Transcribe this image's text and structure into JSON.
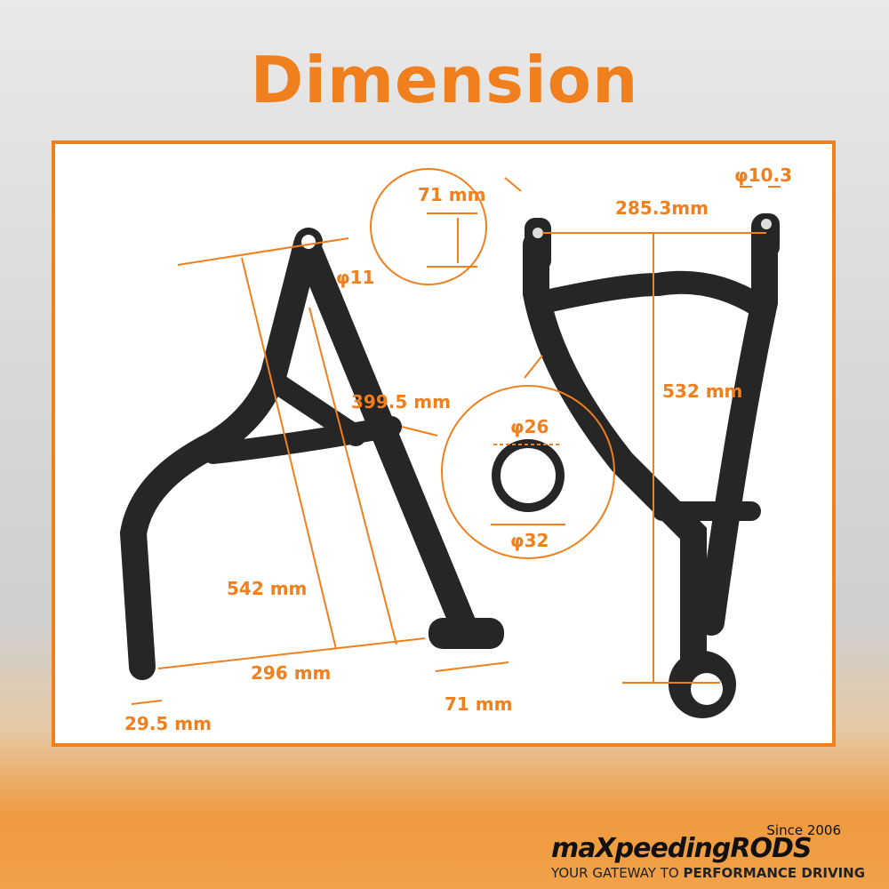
{
  "title": "Dimension",
  "colors": {
    "accent": "#f07f1e",
    "metal": "#262626"
  },
  "labels": {
    "left_top_dia": "φ11",
    "left_diag": "399.5 mm",
    "left_height": "542 mm",
    "left_width": "296 mm",
    "left_bushing": "71 mm",
    "left_end": "29.5 mm",
    "inset_height": "71 mm",
    "right_width": "285.3mm",
    "right_dia": "φ10.3",
    "right_height": "532 mm",
    "tube_inner": "φ26",
    "tube_outer": "φ32"
  },
  "logo": {
    "brand": "maXpeedingRODS",
    "since": "Since 2006",
    "tagline_plain": "YOUR GATEWAY TO ",
    "tagline_bold": "PERFORMANCE DRIVING"
  }
}
